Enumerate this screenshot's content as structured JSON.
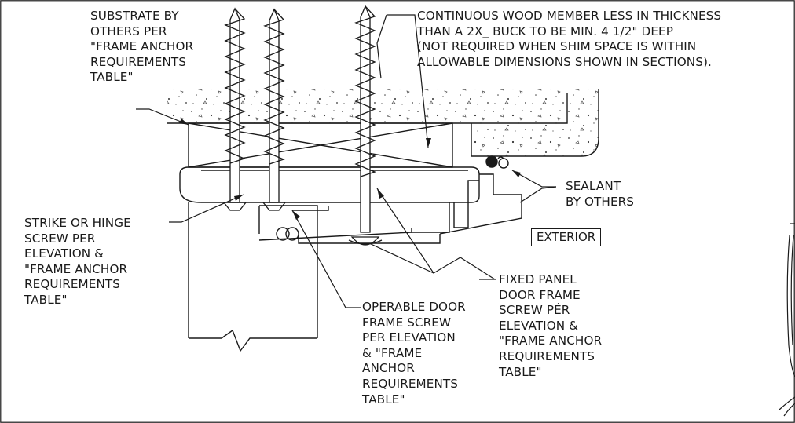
{
  "notes": {
    "substrate": [
      "SUBSTRATE BY",
      "OTHERS PER",
      "\"FRAME ANCHOR",
      "REQUIREMENTS",
      "TABLE\""
    ],
    "wood_member": [
      "CONTINUOUS WOOD MEMBER LESS IN THICKNESS",
      "THAN A 2X_ BUCK TO BE MIN. 4 1/2\" DEEP",
      "(NOT REQUIRED WHEN SHIM SPACE IS WITHIN",
      "ALLOWABLE DIMENSIONS SHOWN IN SECTIONS)."
    ],
    "sealant": [
      "SEALANT",
      "BY OTHERS"
    ],
    "exterior": "EXTERIOR",
    "strike_screw": [
      "STRIKE OR HINGE",
      "SCREW PER",
      "ELEVATION &",
      "\"FRAME ANCHOR",
      "REQUIREMENTS",
      "TABLE\""
    ],
    "operable_screw": [
      "OPERABLE DOOR",
      "FRAME SCREW",
      "PER ELEVATION",
      "& \"FRAME",
      "ANCHOR",
      "REQUIREMENTS",
      "TABLE\""
    ],
    "fixed_screw": [
      "FIXED PANEL",
      "DOOR FRAME",
      "SCREW PÉR",
      "ELEVATION &",
      "\"FRAME ANCHOR",
      "REQUIREMENTS",
      "TABLE\""
    ]
  },
  "colors": {
    "ink": "#1a1a1a",
    "background": "#ffffff"
  }
}
